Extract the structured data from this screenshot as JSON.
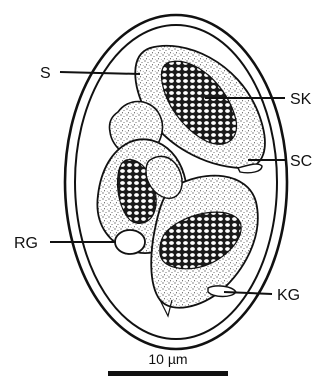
{
  "figure": {
    "labels": {
      "s": "S",
      "sk": "SK",
      "sc": "SC",
      "rg": "RG",
      "kg": "KG"
    },
    "scale_bar": "10 µm"
  }
}
